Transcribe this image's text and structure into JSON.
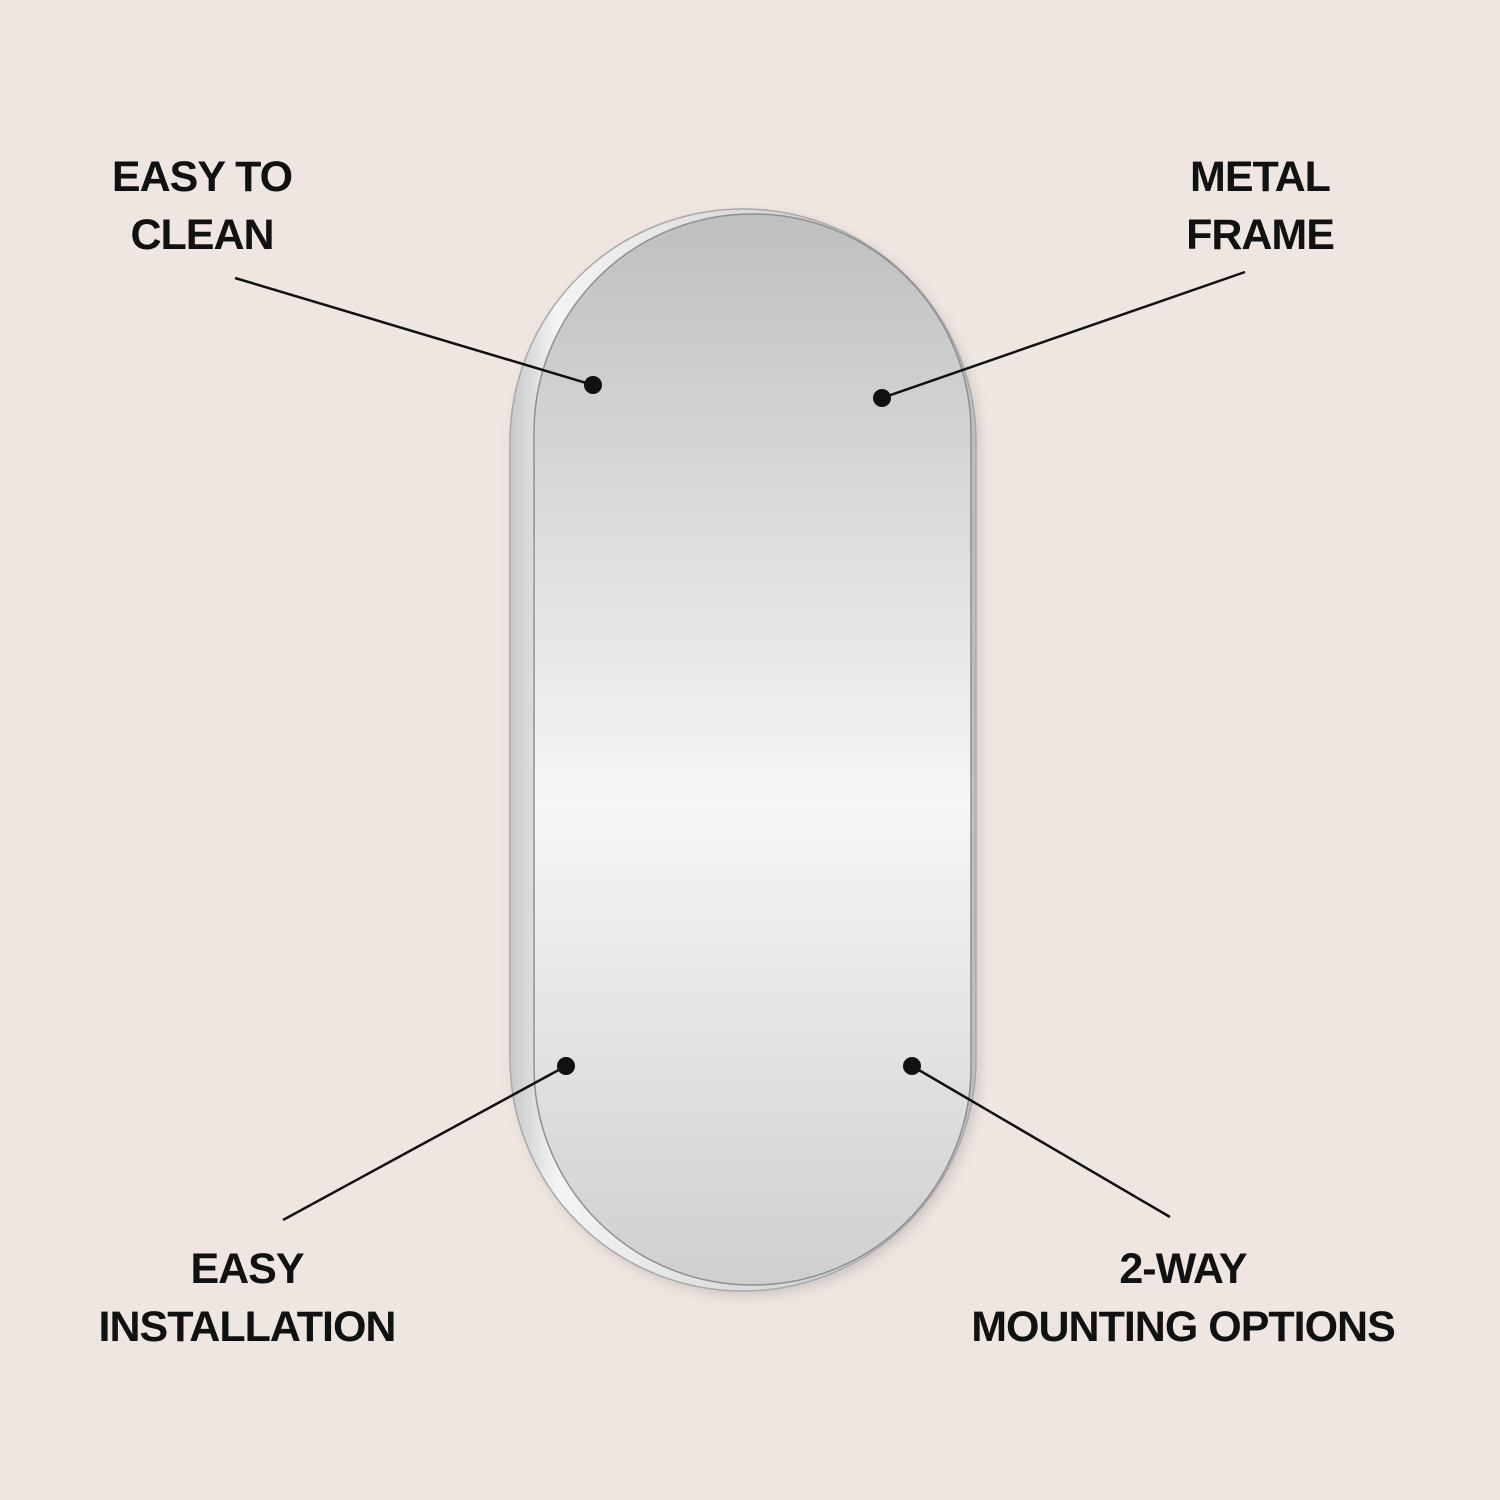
{
  "colors": {
    "background": "#efe5e1",
    "text": "#111111",
    "frame": "#d9d9d9"
  },
  "callouts": [
    {
      "line1": "EASY TO",
      "line2": "CLEAN"
    },
    {
      "line1": "METAL",
      "line2": "FRAME"
    },
    {
      "line1": "EASY",
      "line2": "INSTALLATION"
    },
    {
      "line1": "2-WAY",
      "line2": "MOUNTING OPTIONS"
    }
  ]
}
